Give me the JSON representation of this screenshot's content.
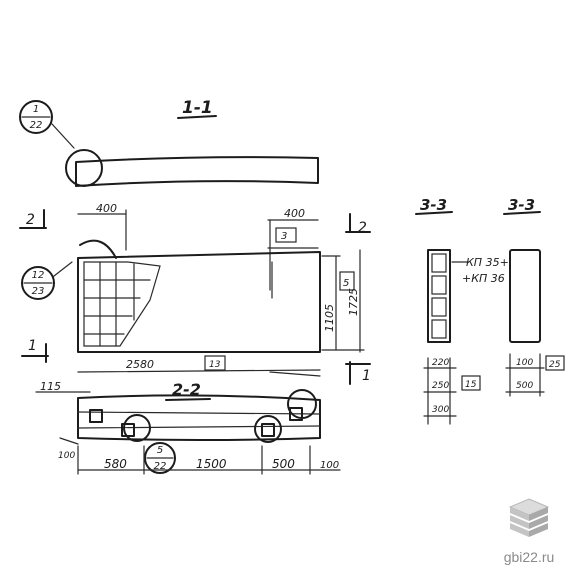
{
  "drawing": {
    "section_1_1": "1-1",
    "section_2_2": "2-2",
    "section_3_3a": "3-3",
    "section_3_3b": "3-3",
    "callout_top": {
      "num": "1",
      "den": "22"
    },
    "callout_side": {
      "num": "12",
      "den": "23"
    },
    "callout_bottom": {
      "num": "5",
      "den": "22"
    },
    "cut_mark_1": "1",
    "cut_mark_2": "2",
    "dim_400_left": "400",
    "dim_400_right": "400",
    "dim_3": "3",
    "dim_5": "5",
    "dim_1105": "1105",
    "dim_1725": "1725",
    "dim_2580": "2580",
    "dim_13": "13",
    "dim_115": "115",
    "dim_580": "580",
    "dim_1500": "1500",
    "dim_500": "500",
    "dim_100_left": "100",
    "dim_100_right": "100",
    "kp_label_1": "КП 35+",
    "kp_label_2": "+КП 36",
    "section_dims_left": [
      "220",
      "250",
      "300"
    ],
    "section_dims_right": [
      "100",
      "500"
    ],
    "box_15": "15",
    "box_25": "25"
  },
  "watermark": {
    "text": "gbi22.ru",
    "logo": "stacked-slabs-logo"
  }
}
